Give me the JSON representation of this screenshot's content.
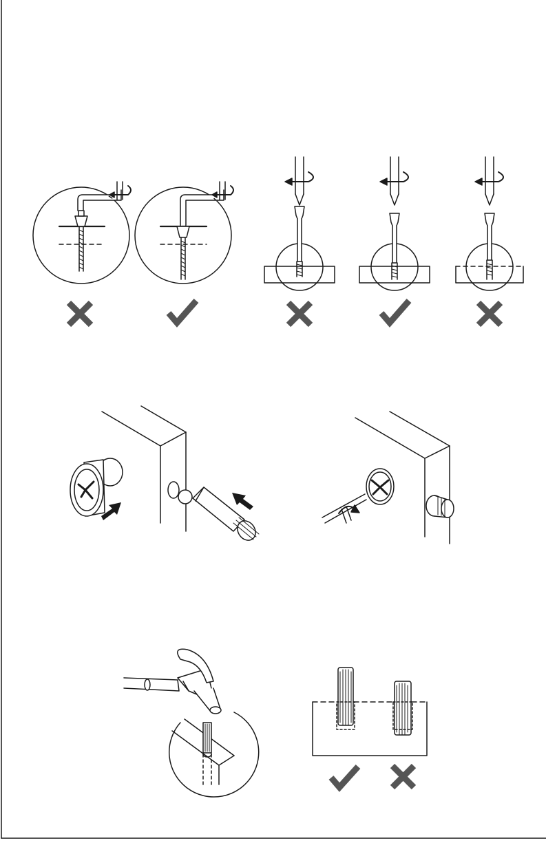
{
  "colors": {
    "ink": "#1a1a1a",
    "mark_gray": "#555555",
    "paper": "#ffffff"
  },
  "sections": [
    {
      "name": "cam-screw-depth",
      "panels": [
        {
          "tool": "allen-key",
          "result": "wrong"
        },
        {
          "tool": "allen-key",
          "result": "correct"
        },
        {
          "tool": "screwdriver",
          "result": "wrong"
        },
        {
          "tool": "screwdriver",
          "result": "correct"
        },
        {
          "tool": "screwdriver",
          "result": "wrong"
        }
      ]
    },
    {
      "name": "cam-lock-insert",
      "panels": [
        {
          "action": "press-cam-and-insert-bolt"
        },
        {
          "action": "turn-cam-to-lock"
        }
      ]
    },
    {
      "name": "wooden-dowel",
      "panels": [
        {
          "action": "hammer-dowel"
        },
        {
          "result": "correct"
        },
        {
          "result": "wrong"
        }
      ]
    }
  ],
  "icons": {
    "wrong": "cross-icon",
    "correct": "check-icon"
  }
}
